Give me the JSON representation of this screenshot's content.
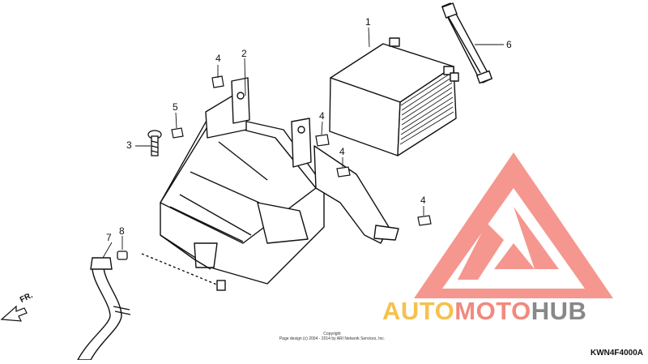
{
  "diagram": {
    "callouts": [
      "1",
      "2",
      "3",
      "4",
      "4",
      "4",
      "4",
      "5",
      "6",
      "7",
      "8"
    ],
    "direction_label": "FR.",
    "copyright_line1": "Copyright",
    "copyright_line2": "Page design (c) 2004 - 2014 by ARI Network Services, Inc.",
    "diagram_code": "KWN4F4000A"
  },
  "watermark": {
    "part1": "AUTO",
    "part2": "MOTO",
    "part3": "HUB",
    "color_auto": "#f5c14e",
    "color_moto": "#f08a7e",
    "color_hub": "#888888",
    "logo_color": "#f06f66"
  }
}
